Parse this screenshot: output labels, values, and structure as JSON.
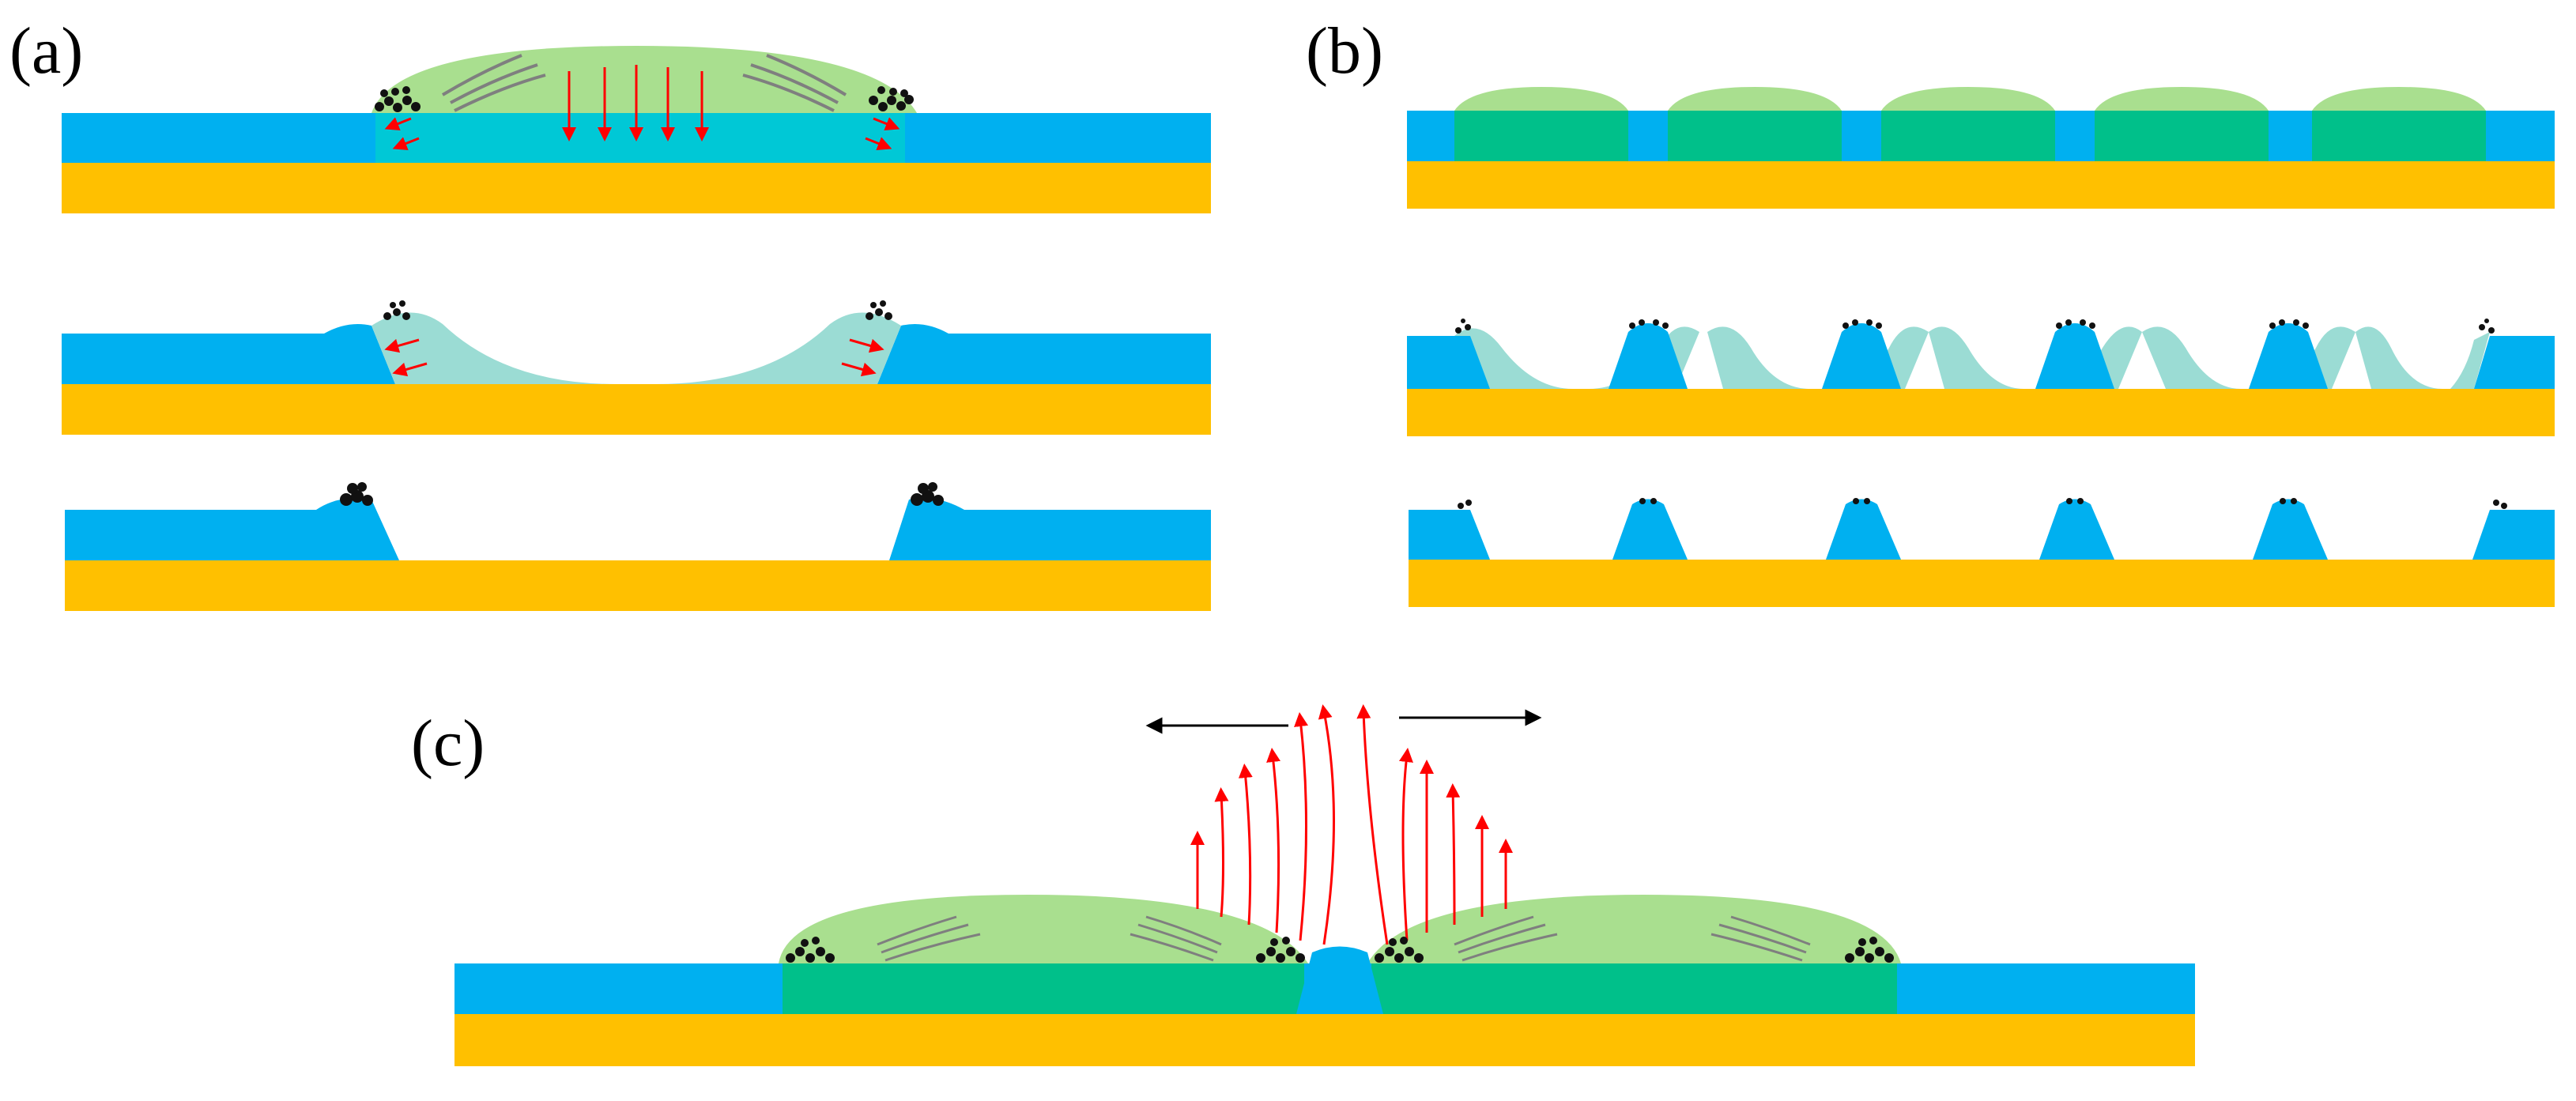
{
  "figure": {
    "panels": [
      {
        "id": "a",
        "label": "(a)"
      },
      {
        "id": "b",
        "label": "(b)"
      },
      {
        "id": "c",
        "label": "(c)"
      }
    ]
  },
  "colors": {
    "substrate": "#FFC000",
    "film_layer": "#00B0F0",
    "droplet_light": "#A9DF8F",
    "droplet_mid": "#00C08A",
    "melt_pool": "#00C8D6",
    "ablated_region": "#9BDCD4",
    "debris": "#111111",
    "gas_flow_lines": "#7F7F7F",
    "force_arrows": "#FF0000",
    "expansion_arrows": "#000000"
  }
}
